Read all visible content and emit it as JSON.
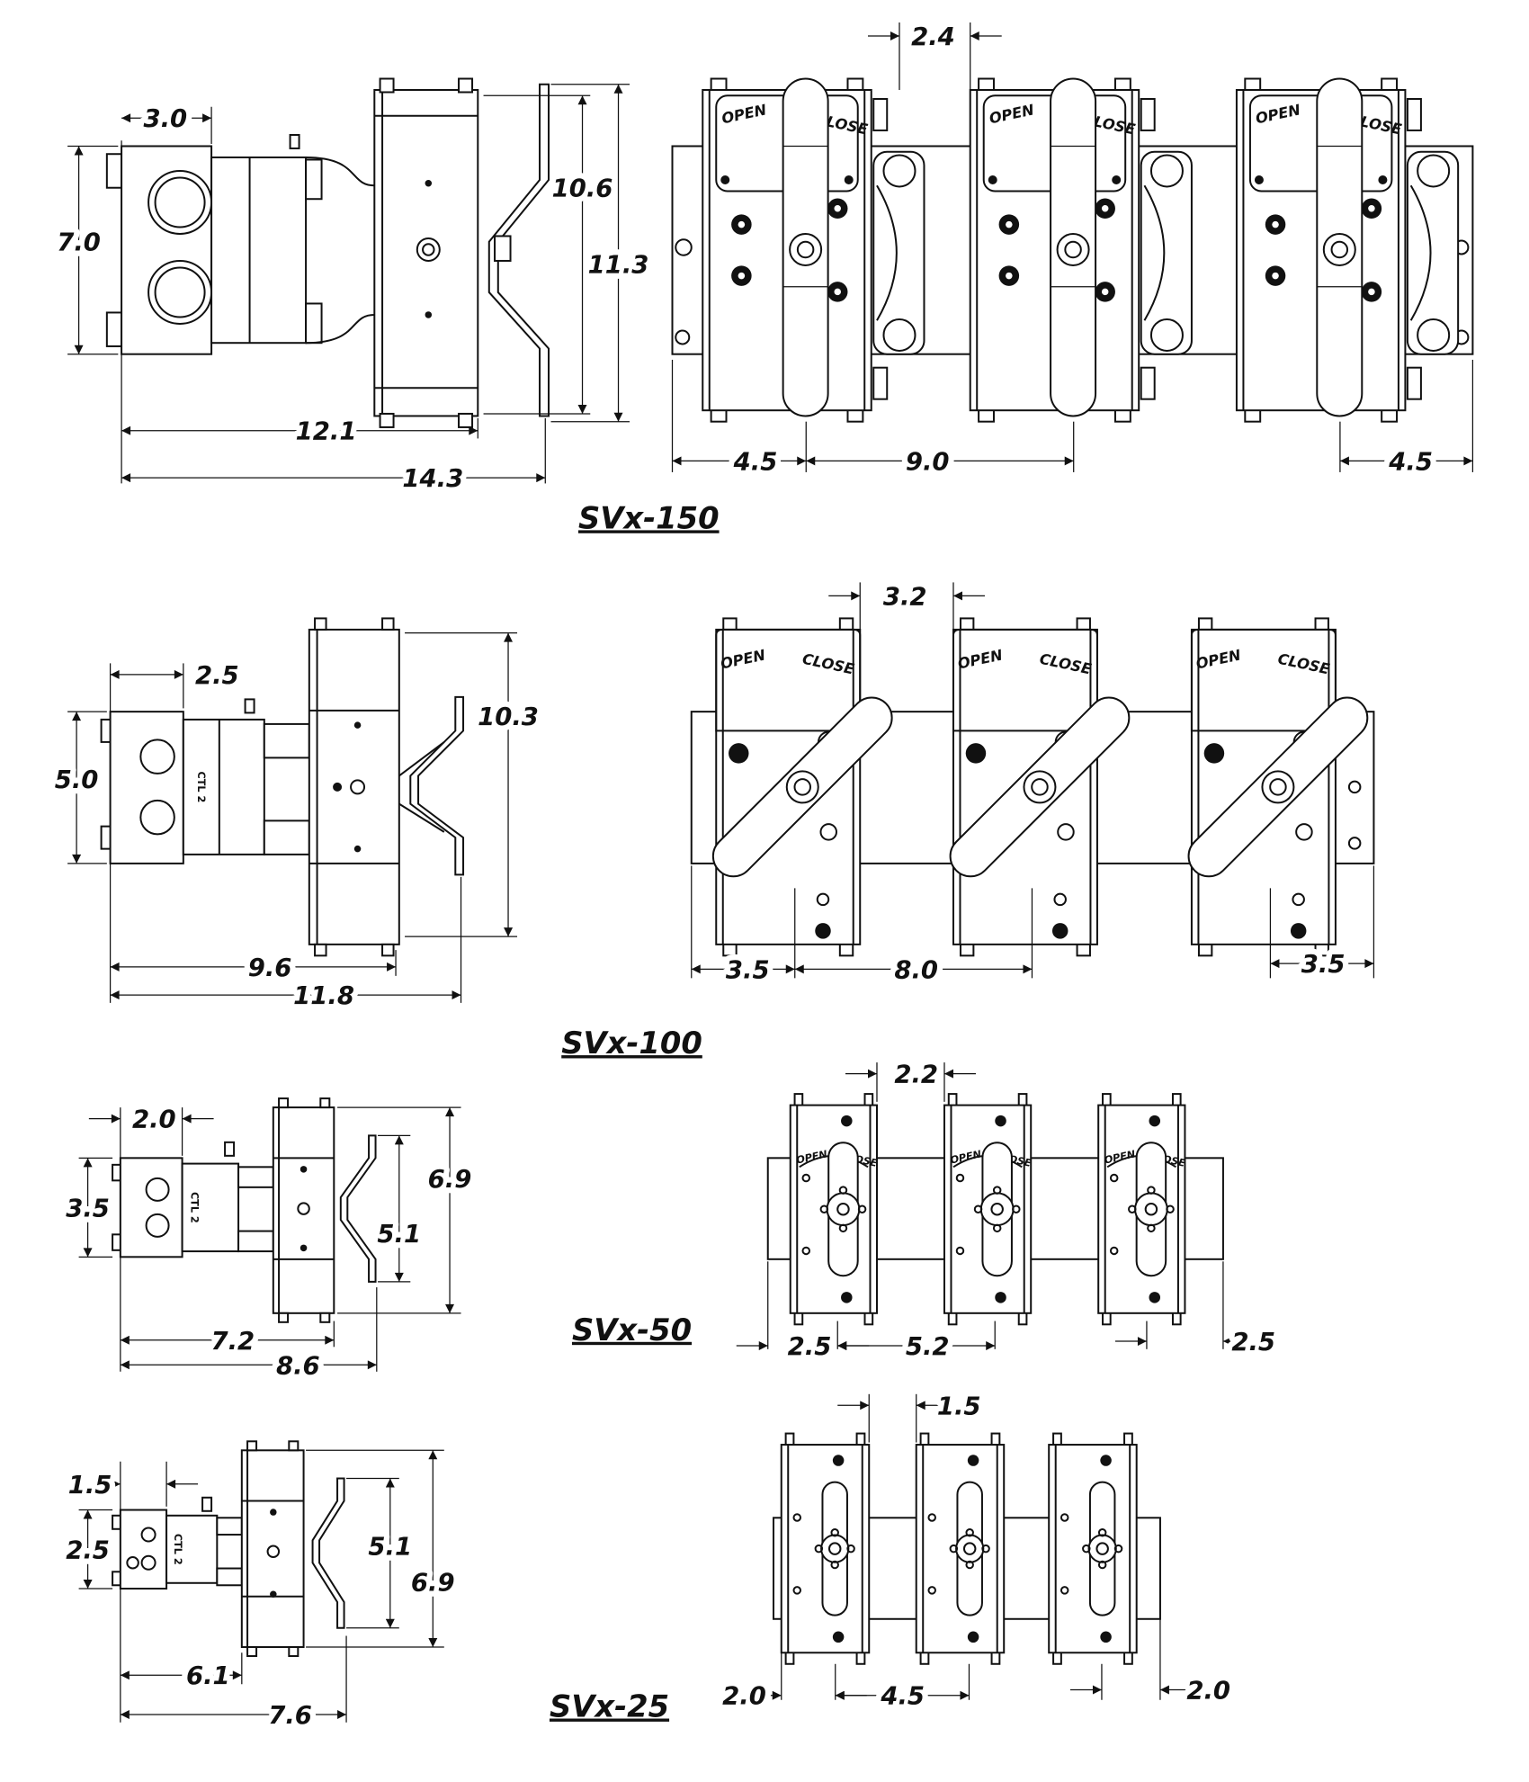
{
  "sections": [
    {
      "model": "SVx-150",
      "side": {
        "port_width": "3.0",
        "port_height": "7.0",
        "handle_height": "10.6",
        "overall_height": "11.3",
        "body_length": "12.1",
        "overall_length": "14.3"
      },
      "front": {
        "gap": "2.4",
        "end_left": "4.5",
        "spacing": "9.0",
        "end_right": "4.5"
      }
    },
    {
      "model": "SVx-100",
      "side": {
        "port_width": "2.5",
        "port_height": "5.0",
        "overall_height": "10.3",
        "body_length": "9.6",
        "overall_length": "11.8"
      },
      "front": {
        "gap": "3.2",
        "end_left": "3.5",
        "spacing": "8.0",
        "end_right": "3.5"
      }
    },
    {
      "model": "SVx-50",
      "side": {
        "port_width": "2.0",
        "port_height": "3.5",
        "handle_height": "5.1",
        "overall_height": "6.9",
        "body_length": "7.2",
        "overall_length": "8.6"
      },
      "front": {
        "gap": "2.2",
        "end_left": "2.5",
        "spacing": "5.2",
        "end_right": "2.5"
      }
    },
    {
      "model": "SVx-25",
      "side": {
        "port_width": "1.5",
        "port_height": "2.5",
        "handle_height": "5.1",
        "overall_height": "6.9",
        "body_length": "6.1",
        "overall_length": "7.6"
      },
      "front": {
        "gap": "1.5",
        "end_left": "2.0",
        "spacing": "4.5",
        "end_right": "2.0"
      }
    }
  ],
  "labels": {
    "open": "OPEN",
    "close": "CLOSE",
    "ctl": "CTL 2"
  }
}
